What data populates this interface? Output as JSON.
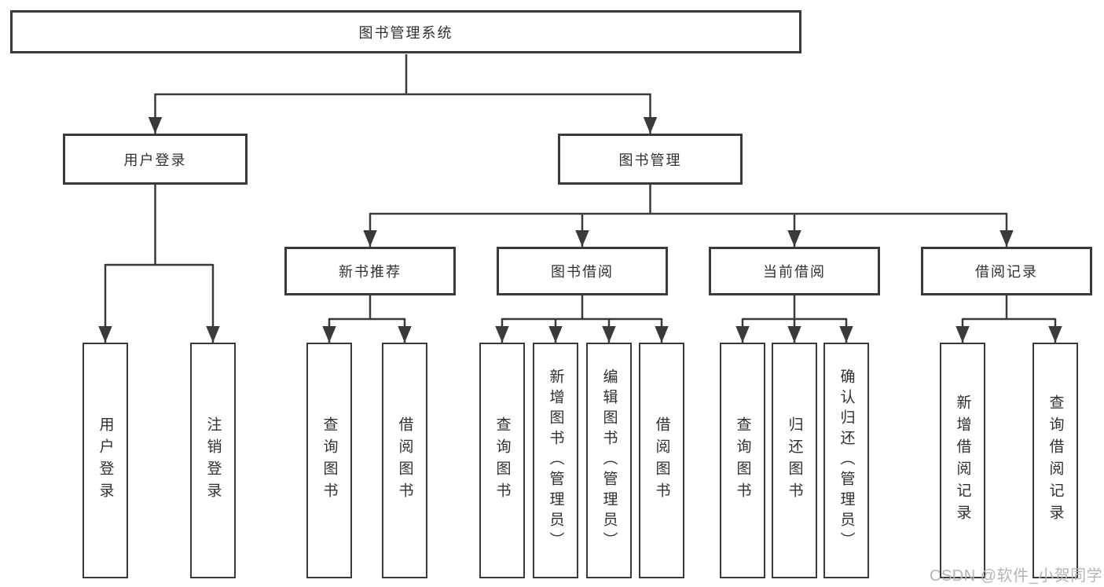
{
  "colors": {
    "line": "#3a3a3a",
    "text": "#303030",
    "box_bg": "#ffffff",
    "background": "#ffffff",
    "watermark": "#b5b5b5"
  },
  "tree": {
    "root": {
      "label": "图书管理系统"
    },
    "branches": [
      {
        "label": "用户登录",
        "children": [
          {
            "label": "用户登录"
          },
          {
            "label": "注销登录"
          }
        ]
      },
      {
        "label": "图书管理",
        "children": [
          {
            "label": "新书推荐",
            "children": [
              {
                "label": "查询图书"
              },
              {
                "label": "借阅图书"
              }
            ]
          },
          {
            "label": "图书借阅",
            "children": [
              {
                "label": "查询图书"
              },
              {
                "label": "新增图书（管理员）"
              },
              {
                "label": "编辑图书（管理员）"
              },
              {
                "label": "借阅图书"
              }
            ]
          },
          {
            "label": "当前借阅",
            "children": [
              {
                "label": "查询图书"
              },
              {
                "label": "归还图书"
              },
              {
                "label": "确认归还（管理员）"
              }
            ]
          },
          {
            "label": "借阅记录",
            "children": [
              {
                "label": "新增借阅记录"
              },
              {
                "label": "查询借阅记录"
              }
            ]
          }
        ]
      }
    ]
  },
  "watermark": {
    "text": "CSDN @软件_小贺同学"
  }
}
